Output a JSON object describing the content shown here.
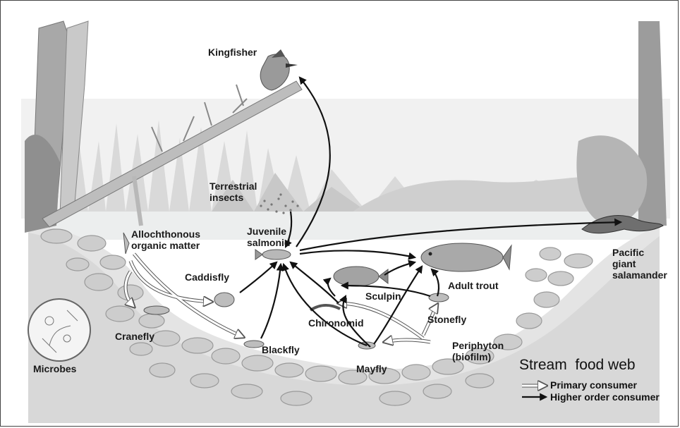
{
  "title": "Stream  food web",
  "labels": {
    "kingfisher": "Kingfisher",
    "terrestrial_insects": "Terrestrial\ninsects",
    "allochthonous": "Allochthonous\norganic matter",
    "juvenile_salmonid": "Juvenile\nsalmonid",
    "caddisfly": "Caddisfly",
    "cranefly": "Cranefly",
    "microbes": "Microbes",
    "blackfly": "Blackfly",
    "chironomid": "Chironomid",
    "sculpin": "Sculpin",
    "adult_trout": "Adult trout",
    "stonefly": "Stonefly",
    "periphyton": "Periphyton\n(biofilm)",
    "mayfly": "Mayfly",
    "pacific_giant_salamander": "Pacific\ngiant\nsalamander"
  },
  "legend": {
    "primary": "Primary consumer",
    "higher": "Higher order consumer"
  },
  "colors": {
    "higher_arrow": "#111111",
    "primary_arrow": "#ffffff",
    "water": "#e9ecec",
    "stones": "#d2d2d2"
  }
}
